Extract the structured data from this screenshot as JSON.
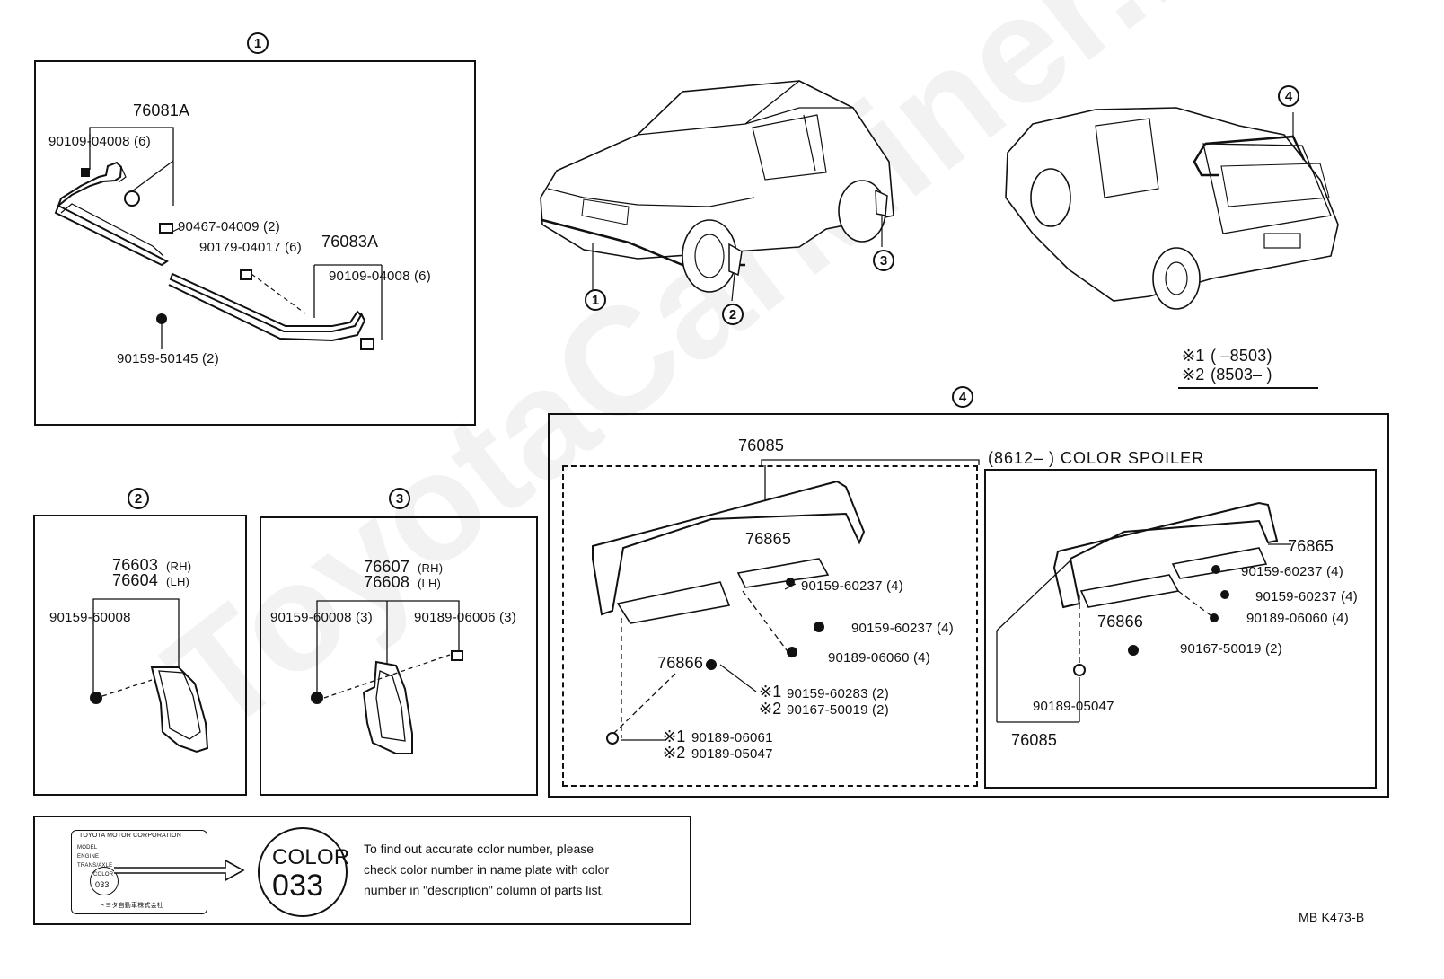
{
  "section1": {
    "circle": "1",
    "labels": {
      "p76081A": "76081A",
      "p90109_a": "90109-04008 (6)",
      "p90467": "90467-04009 (2)",
      "p90179": "90179-04017 (6)",
      "p76083A": "76083A",
      "p90109_b": "90109-04008 (6)",
      "p90159_50145": "90159-50145 (2)"
    }
  },
  "section2": {
    "circle": "2",
    "labels": {
      "p76603": "76603",
      "rh": "(RH)",
      "p76604": "76604",
      "lh": "(LH)",
      "p90159_60008": "90159-60008"
    }
  },
  "section3": {
    "circle": "3",
    "labels": {
      "p76607": "76607",
      "rh": "(RH)",
      "p76608": "76608",
      "lh": "(LH)",
      "p90159_60008": "90159-60008 (3)",
      "p90189_06006": "90189-06006 (3)"
    }
  },
  "section4": {
    "circle": "4",
    "left": {
      "p76085": "76085",
      "p76865": "76865",
      "p90159_60237_a": "90159-60237 (4)",
      "p90159_60237_b": "90159-60237 (4)",
      "p90189_06060": "90189-06060 (4)",
      "p76866": "76866",
      "m1": "※1",
      "p90159_60283": "90159-60283 (2)",
      "m2": "※2",
      "p90167_50019": "90167-50019 (2)",
      "m1b": "※1",
      "p90189_06061": "90189-06061",
      "m2b": "※2",
      "p90189_05047": "90189-05047"
    },
    "right": {
      "heading": "(8612–        ) COLOR  SPOILER",
      "p76865": "76865",
      "p90159_60237_a": "90159-60237 (4)",
      "p90159_60237_b": "90159-60237 (4)",
      "p76866": "76866",
      "p90189_06060": "90189-06060 (4)",
      "p90167_50019": "90167-50019 (2)",
      "p90189_05047": "90189-05047",
      "p76085": "76085"
    }
  },
  "cars": {
    "front_callouts": [
      "1",
      "2",
      "3"
    ],
    "rear_callout": "4"
  },
  "legend": {
    "line1_mark": "※1",
    "line1_text": "(        –8503)",
    "line2_mark": "※2",
    "line2_text": "(8503–        )"
  },
  "color_note": {
    "plate_lines": [
      "TOYOTA MOTOR CORPORATION",
      "MODEL",
      "ENGINE",
      "TRANS/AXLE",
      "COLOR",
      "033",
      "トヨタ自動車株式会社"
    ],
    "badge_top": "COLOR",
    "badge_num": "033",
    "text_lines": [
      "To find out accurate color number, please",
      "check color number in name plate with color",
      "number in \"description\" column of parts list."
    ]
  },
  "footer": {
    "ref": "MB  K473-B"
  },
  "watermark": "ToyotaCarMiner.ru",
  "colors": {
    "ink": "#111111",
    "paper": "#ffffff"
  }
}
